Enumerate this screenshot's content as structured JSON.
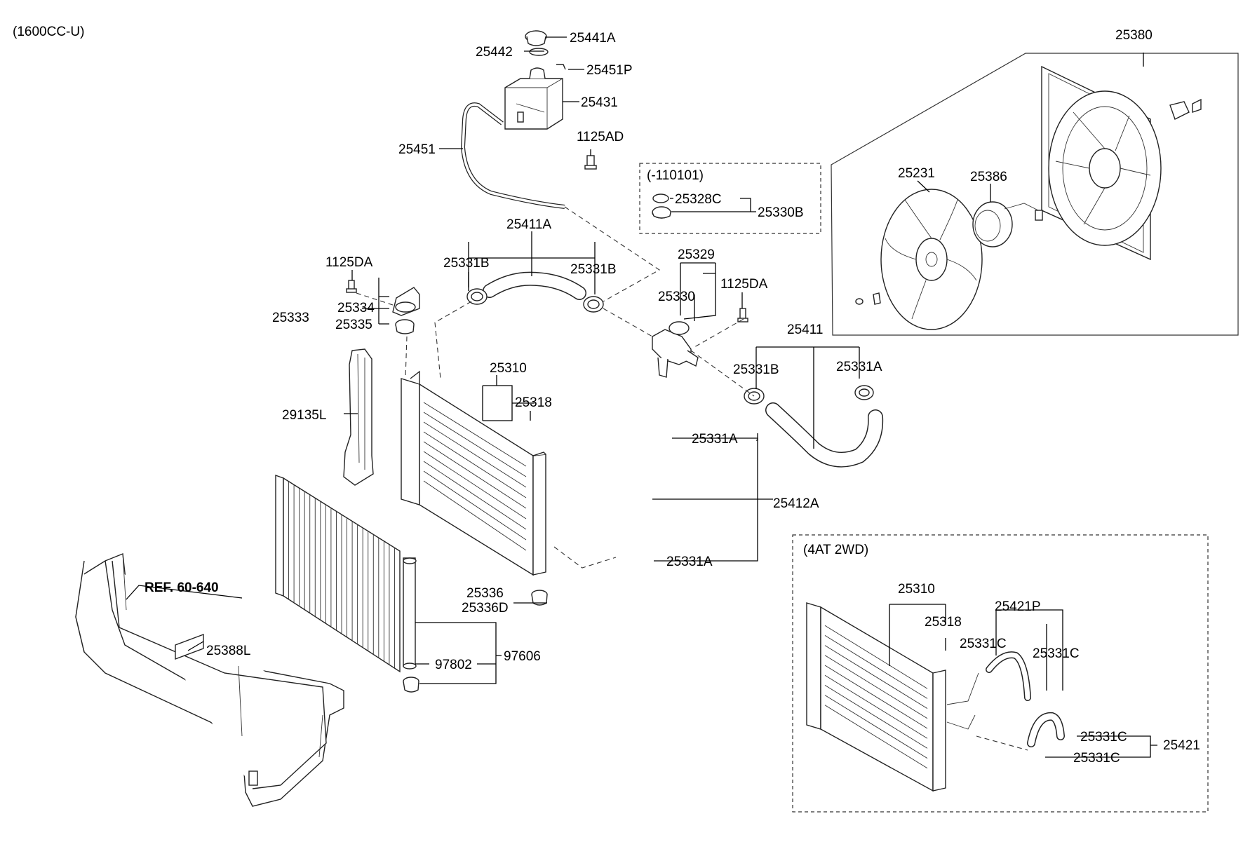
{
  "header": {
    "engine_label": "(1600CC-U)"
  },
  "ref_label": "REF. 60-640",
  "groups": {
    "variant_110101": "(-110101)",
    "variant_4at_2wd": "(4AT 2WD)"
  },
  "parts": {
    "p25441A": "25441A",
    "p25442": "25442",
    "p25451P": "25451P",
    "p25431": "25431",
    "p25451": "25451",
    "p1125AD": "1125AD",
    "p25328C": "25328C",
    "p25330B": "25330B",
    "p25411A": "25411A",
    "p25331B_a": "25331B",
    "p25331B_b": "25331B",
    "p25329": "25329",
    "p25330": "25330",
    "p1125DA_a": "1125DA",
    "p1125DA_b": "1125DA",
    "p25334": "25334",
    "p25333": "25333",
    "p25335": "25335",
    "p25411": "25411",
    "p25331B_c": "25331B",
    "p25331A_a": "25331A",
    "p25310": "25310",
    "p25318": "25318",
    "p29135L": "29135L",
    "p25331A_b": "25331A",
    "p25412A": "25412A",
    "p25331A_c": "25331A",
    "p25336": "25336",
    "p25336D": "25336D",
    "p97606": "97606",
    "p97802": "97802",
    "p25388L": "25388L",
    "p25380": "25380",
    "p25231": "25231",
    "p25386": "25386",
    "p25310_b": "25310",
    "p25318_b": "25318",
    "p25421P": "25421P",
    "p25331C_a": "25331C",
    "p25331C_b": "25331C",
    "p25331C_c": "25331C",
    "p25331C_d": "25331C",
    "p25421": "25421"
  }
}
